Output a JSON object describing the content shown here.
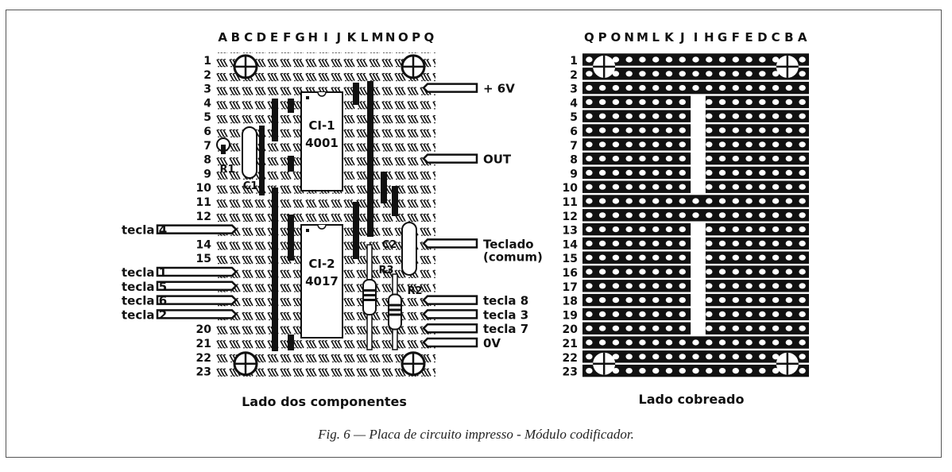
{
  "figure": {
    "caption": "Fig. 6 — Placa de circuito impresso - Módulo codificador."
  },
  "component_side": {
    "title": "Lado dos componentes",
    "columns": [
      "A",
      "B",
      "C",
      "D",
      "E",
      "F",
      "G",
      "H",
      "I",
      "J",
      "K",
      "L",
      "M",
      "N",
      "O",
      "P",
      "Q"
    ],
    "row_labels": [
      "1",
      "2",
      "3",
      "4",
      "5",
      "6",
      "7",
      "8",
      "9",
      "10",
      "11",
      "12",
      "",
      "14",
      "15",
      "",
      "",
      "",
      "",
      "20",
      "21",
      "22",
      "23"
    ],
    "ic1": {
      "name": "CI-1",
      "part": "4001"
    },
    "ic2": {
      "name": "CI-2",
      "part": "4017"
    },
    "components": {
      "r1": "R1",
      "c1": "C1",
      "c2": "C2",
      "r2": "R2",
      "r3": "R3"
    },
    "left_connections": [
      {
        "label": "tecla 4",
        "row": 13
      },
      {
        "label": "tecla 1",
        "row": 16
      },
      {
        "label": "tecla 5",
        "row": 17
      },
      {
        "label": "tecla 6",
        "row": 18
      },
      {
        "label": "tecla 2",
        "row": 19
      }
    ],
    "right_connections": [
      {
        "label": "+ 6V",
        "row": 3
      },
      {
        "label": "OUT",
        "row": 8
      },
      {
        "label": "Teclado",
        "label2": "(comum)",
        "row": 14
      },
      {
        "label": "tecla 8",
        "row": 18
      },
      {
        "label": "tecla 3",
        "row": 19
      },
      {
        "label": "tecla 7",
        "row": 20
      },
      {
        "label": "0V",
        "row": 21
      }
    ]
  },
  "copper_side": {
    "title": "Lado cobreado",
    "columns": [
      "Q",
      "P",
      "O",
      "N",
      "M",
      "L",
      "K",
      "J",
      "I",
      "H",
      "G",
      "F",
      "E",
      "D",
      "C",
      "B",
      "A"
    ],
    "row_labels": [
      "1",
      "2",
      "3",
      "4",
      "5",
      "6",
      "7",
      "8",
      "9",
      "10",
      "11",
      "12",
      "13",
      "14",
      "15",
      "16",
      "17",
      "18",
      "19",
      "20",
      "21",
      "22",
      "23"
    ]
  },
  "colors": {
    "ink": "#111111",
    "paper": "#ffffff"
  }
}
